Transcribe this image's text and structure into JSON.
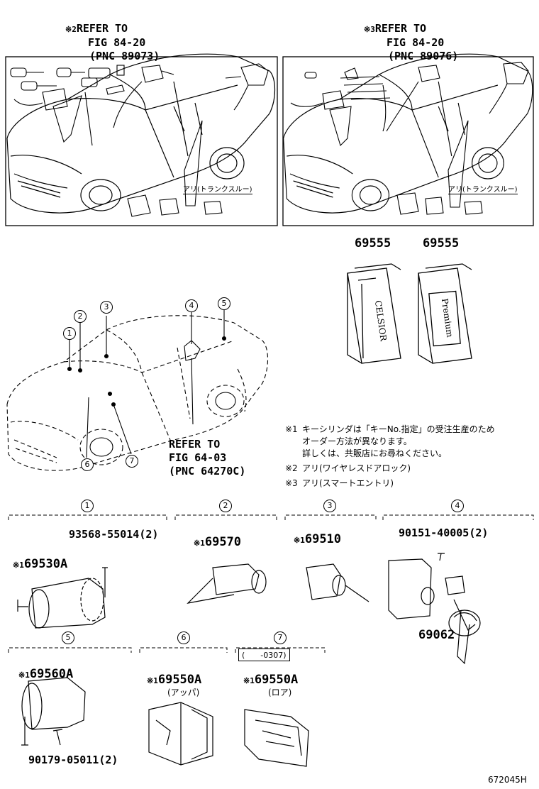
{
  "top_left_ref": {
    "mark": "※2",
    "line1": "REFER TO",
    "line2": "FIG 84-20",
    "line3": "(PNC 89073)"
  },
  "top_right_ref": {
    "mark": "※3",
    "line1": "REFER TO",
    "line2": "FIG 84-20",
    "line3": "(PNC 89076)"
  },
  "trunk_label_left": "アリ(トランクスルー)",
  "trunk_label_right": "アリ(トランクスルー)",
  "key_covers": [
    {
      "part": "69555",
      "text": "CELSIOR"
    },
    {
      "part": "69555",
      "text": "Premium"
    }
  ],
  "car_callouts": [
    "1",
    "2",
    "3",
    "4",
    "5",
    "6",
    "7"
  ],
  "center_ref": {
    "line1": "REFER TO",
    "line2": "FIG 64-03",
    "line3": "(PNC 64270C)"
  },
  "notes": [
    {
      "mark": "※1",
      "text": "キーシリンダは「キーNo.指定」の受注生産のため"
    },
    {
      "mark": "",
      "text": "オーダー方法が異なります。"
    },
    {
      "mark": "",
      "text": "詳しくは、共販店にお尋ねください。"
    },
    {
      "mark": "※2",
      "text": "アリ(ワイヤレスドアロック)"
    },
    {
      "mark": "※3",
      "text": "アリ(スマートエントリ)"
    }
  ],
  "sections": [
    {
      "num": "1",
      "parts": [
        {
          "mark": "※1",
          "no": "69530A"
        },
        {
          "mark": "",
          "no": "93568-55014(2)"
        }
      ]
    },
    {
      "num": "2",
      "parts": [
        {
          "mark": "※1",
          "no": "69570"
        }
      ]
    },
    {
      "num": "3",
      "parts": [
        {
          "mark": "※1",
          "no": "69510"
        }
      ]
    },
    {
      "num": "4",
      "parts": [
        {
          "mark": "",
          "no": "90151-40005(2)"
        },
        {
          "mark": "",
          "no": "69062"
        }
      ]
    },
    {
      "num": "5",
      "parts": [
        {
          "mark": "※1",
          "no": "69560A"
        },
        {
          "mark": "",
          "no": "90179-05011(2)"
        }
      ]
    },
    {
      "num": "6",
      "parts": [
        {
          "mark": "※1",
          "no": "69550A",
          "sub": "(アッパ)"
        }
      ]
    },
    {
      "num": "7",
      "range": "(　　-0307)",
      "parts": [
        {
          "mark": "※1",
          "no": "69550A",
          "sub": "(ロア)"
        }
      ]
    }
  ],
  "figure_id": "672045H"
}
